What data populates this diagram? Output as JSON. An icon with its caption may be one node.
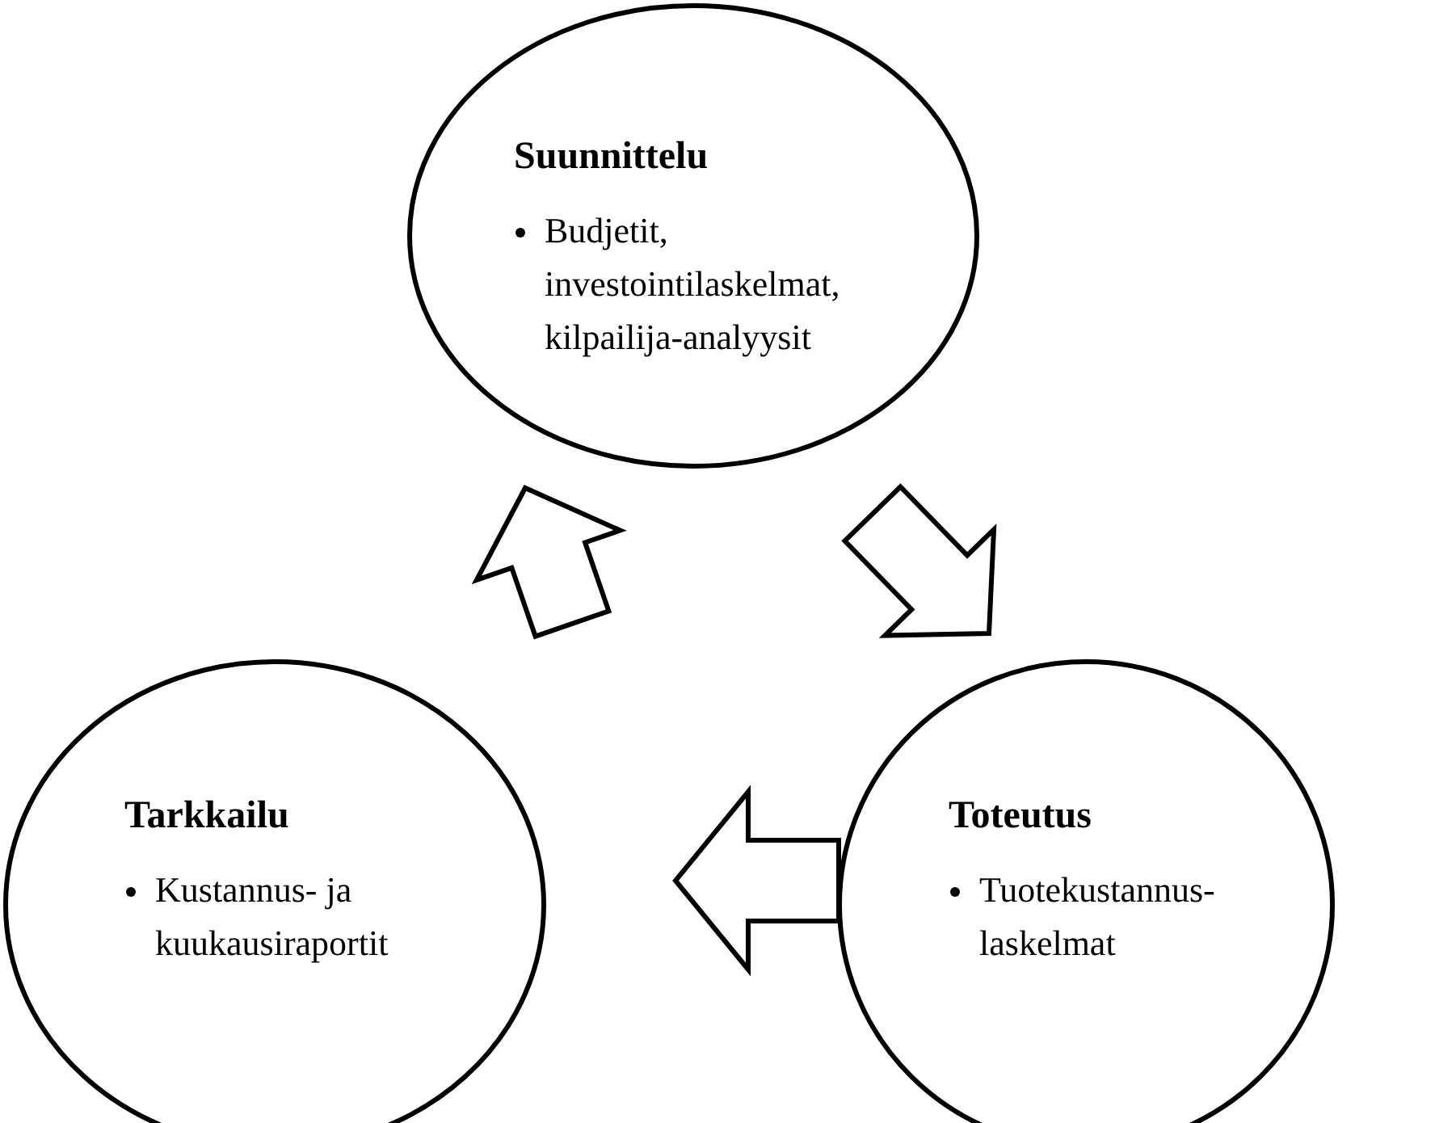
{
  "diagram": {
    "nodes": [
      {
        "text": [
          "Suunnittelu",
          "Budjetit, investointilaskelmat, kilpailija-analyysit"
        ]
      },
      {
        "text": [
          "Tarkkailu",
          "Kustannus- ja kuukausiraportit"
        ]
      },
      {
        "text": [
          "Toteutus",
          "Tuotekustannus- laskelmat"
        ]
      }
    ],
    "edges": [
      {
        "from": 1,
        "to": 0,
        "arrow": "to"
      },
      {
        "from": 0,
        "to": 2,
        "arrow": "to"
      },
      {
        "from": 2,
        "to": 1,
        "arrow": "to"
      }
    ]
  }
}
